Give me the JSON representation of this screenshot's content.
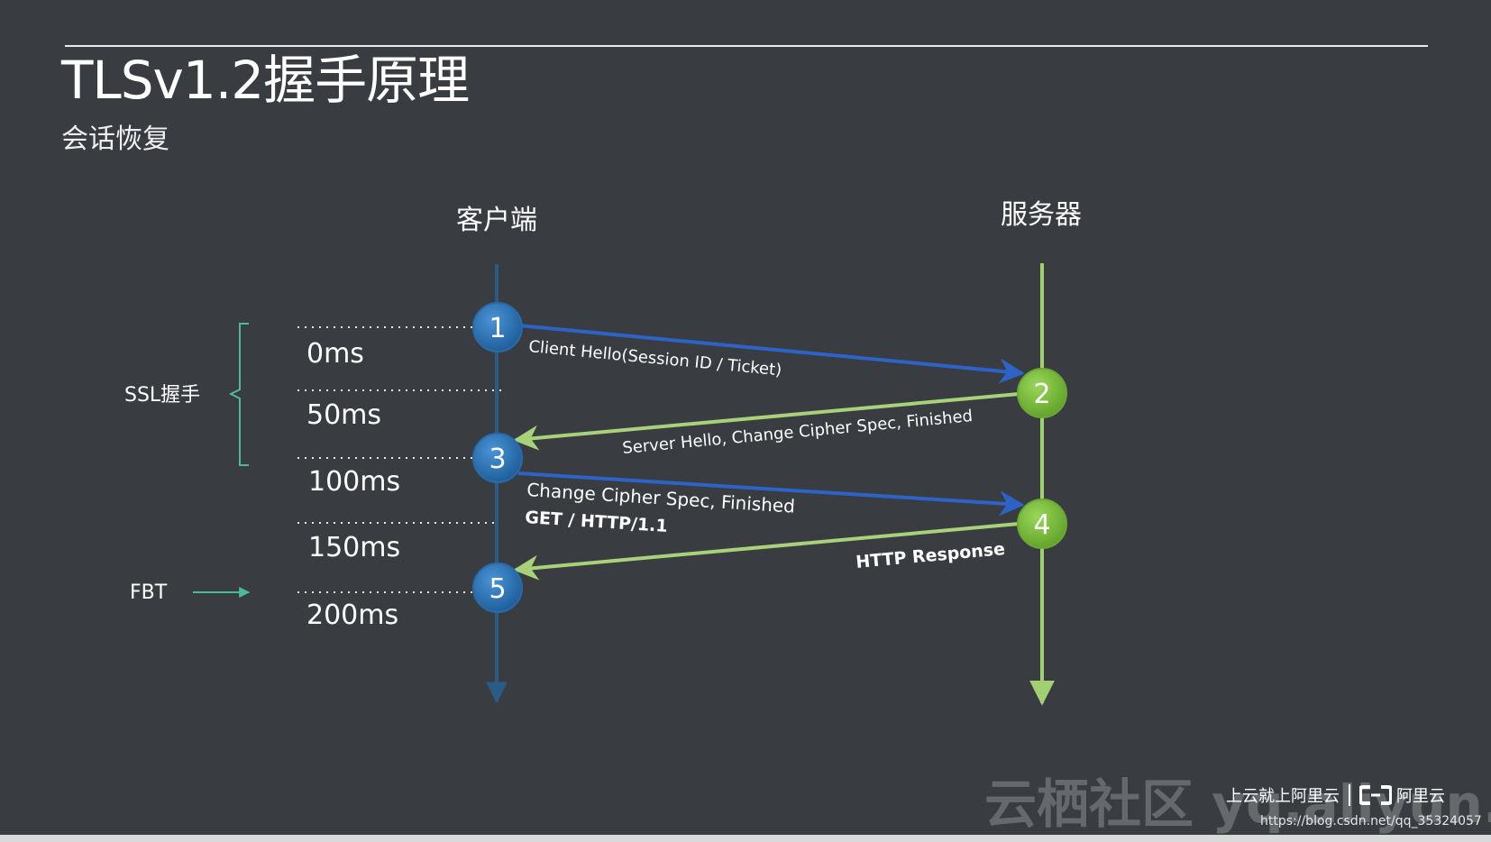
{
  "header": {
    "title": "TLSv1.2握手原理",
    "subtitle": "会话恢复"
  },
  "actors": {
    "client": "客户端",
    "server": "服务器"
  },
  "left_labels": {
    "ssl": "SSL握手",
    "fbt": "FBT"
  },
  "times": [
    "0ms",
    "50ms",
    "100ms",
    "150ms",
    "200ms"
  ],
  "steps": [
    "1",
    "2",
    "3",
    "4",
    "5"
  ],
  "messages": [
    {
      "from": "1",
      "to": "2",
      "lines": [
        "Client Hello(Session ID / Ticket)"
      ]
    },
    {
      "from": "2",
      "to": "3",
      "lines": [
        "Server Hello, Change Cipher Spec, Finished"
      ]
    },
    {
      "from": "3",
      "to": "4",
      "lines": [
        "Change Cipher Spec, Finished",
        "GET / HTTP/1.1"
      ]
    },
    {
      "from": "4",
      "to": "5",
      "lines": [
        "HTTP Response"
      ]
    }
  ],
  "colors": {
    "background": "#393d42",
    "client_line": "#2a5a86",
    "client_node": "#2f73b3",
    "server_line": "#a3cf73",
    "server_node": "#7cbf3c",
    "arrow_client": "#2d62c6",
    "arrow_server": "#a8d27a",
    "bracket": "#4dbb94"
  },
  "footer": {
    "watermark": "云栖社区 yq.aliyun.com",
    "slogan": "上云就上阿里云",
    "logo_text": "阿里云",
    "logo_icon": "aliyun-logo-icon",
    "url": "https://blog.csdn.net/qq_35324057"
  }
}
